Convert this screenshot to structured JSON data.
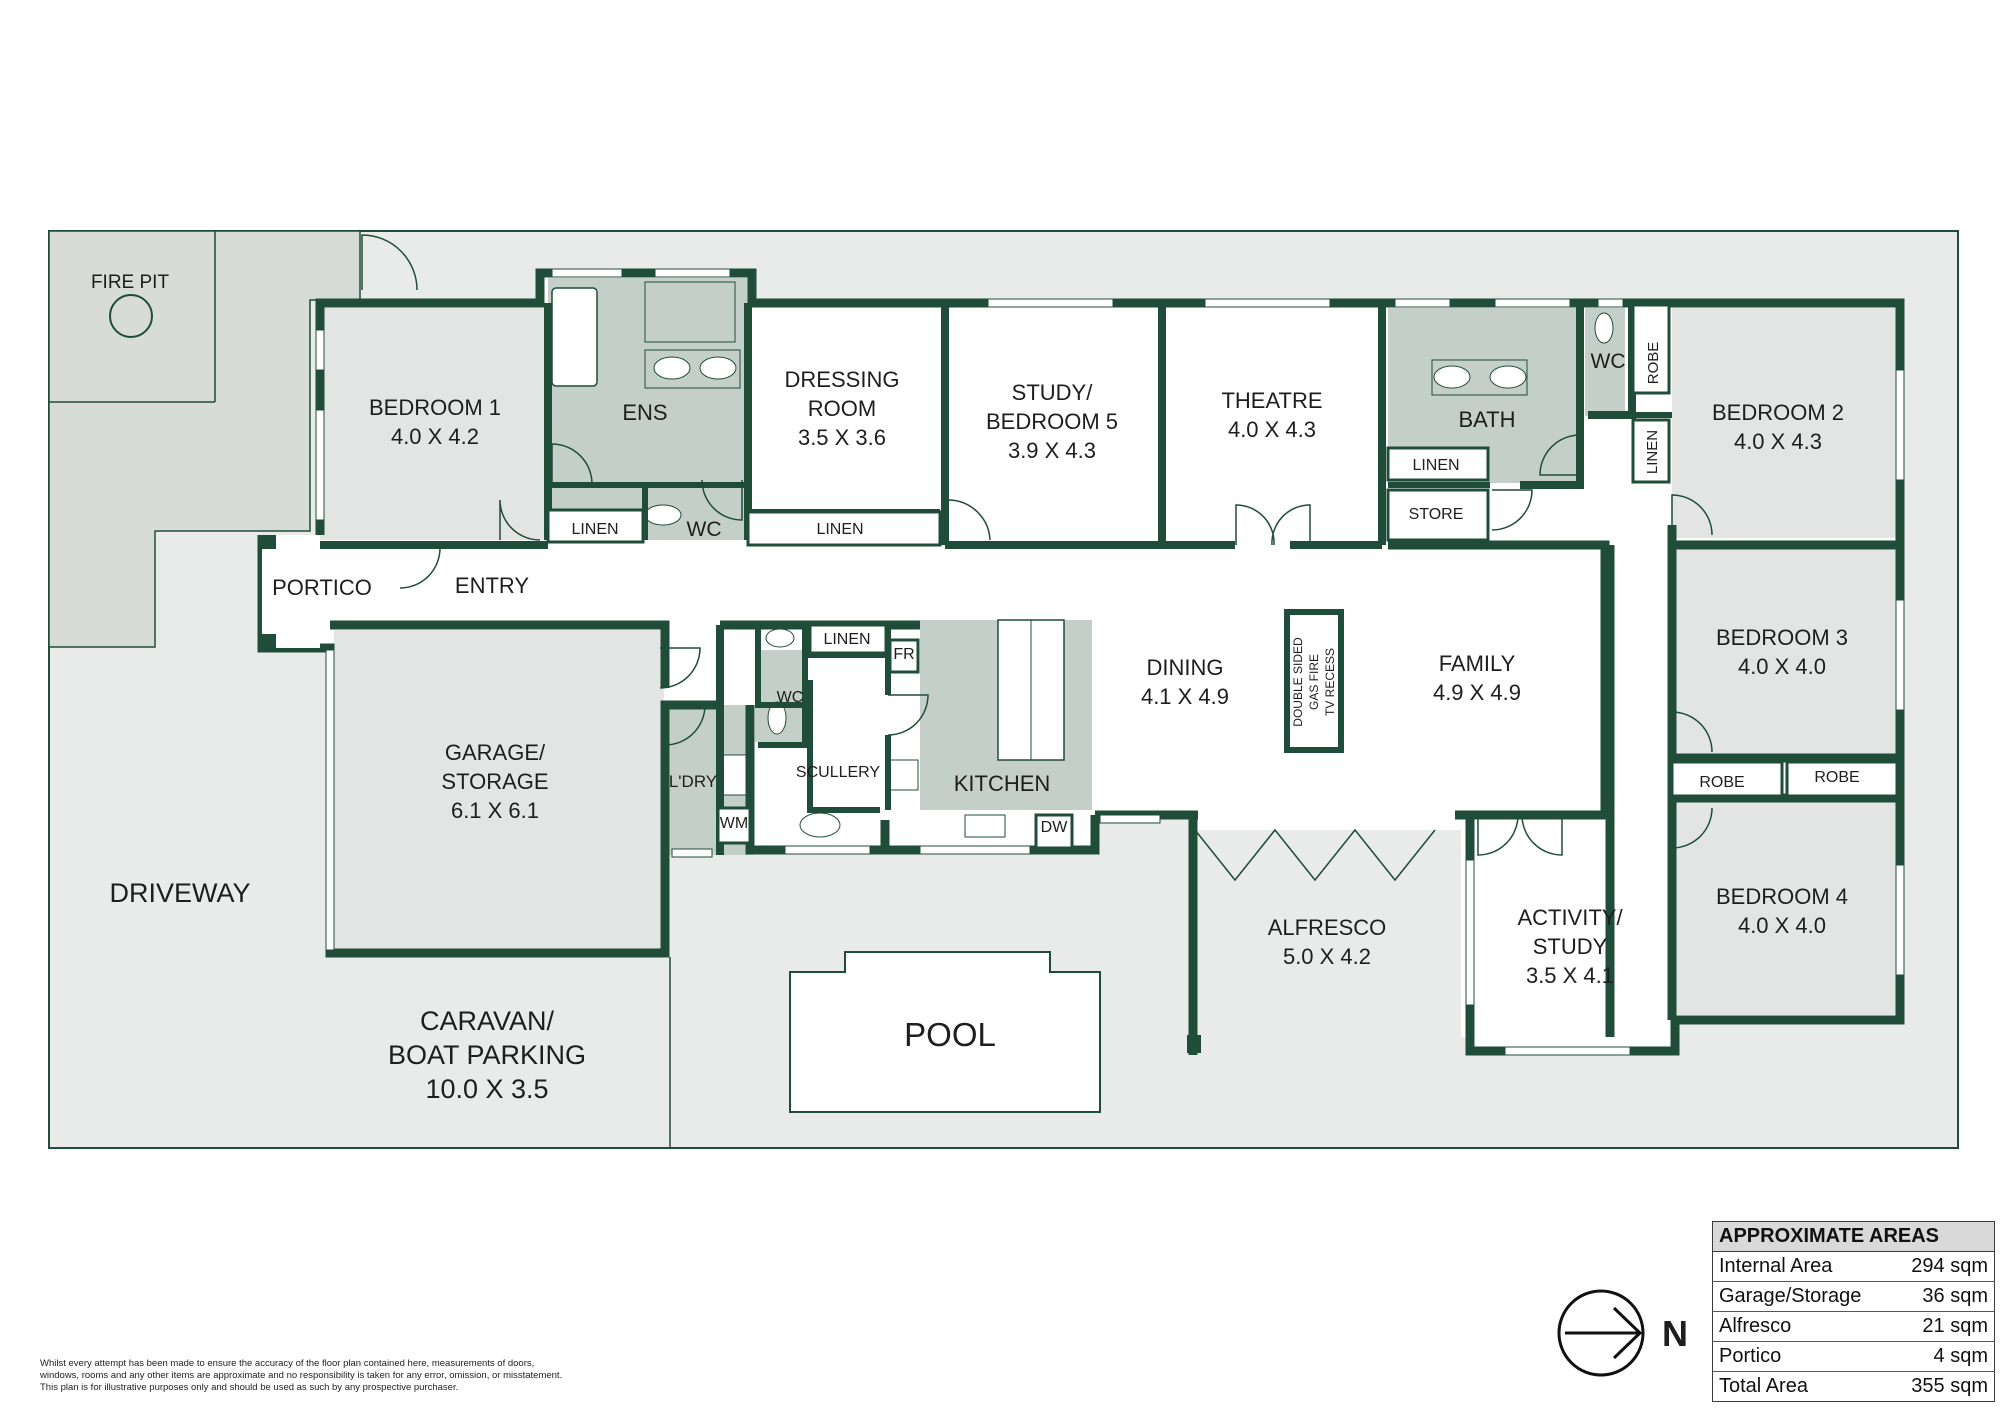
{
  "colors": {
    "wall": "#1f4d3a",
    "outdoor": "#e8ebe9",
    "paved": "#d8dcd9",
    "wet": "#c5cfca",
    "bedroom": "#e3e5e4",
    "white": "#ffffff"
  },
  "rooms": {
    "fire_pit": "FIRE PIT",
    "bedroom1": {
      "name": "BEDROOM 1",
      "dim": "4.0 X 4.2"
    },
    "ens": "ENS",
    "dressing": {
      "name1": "DRESSING",
      "name2": "ROOM",
      "dim": "3.5 X 3.6"
    },
    "study5": {
      "name1": "STUDY/",
      "name2": "BEDROOM 5",
      "dim": "3.9 X 4.3"
    },
    "theatre": {
      "name": "THEATRE",
      "dim": "4.0 X 4.3"
    },
    "bath": "BATH",
    "wc_bath": "WC",
    "robe_bed2": "ROBE",
    "bedroom2": {
      "name": "BEDROOM 2",
      "dim": "4.0 X 4.3"
    },
    "linen_ens": "LINEN",
    "wc_ens": "WC",
    "linen_dressing": "LINEN",
    "linen_bath": "LINEN",
    "store": "STORE",
    "linen_side": "LINEN",
    "portico": "PORTICO",
    "entry": "ENTRY",
    "garage": {
      "name1": "GARAGE/",
      "name2": "STORAGE",
      "dim": "6.1 X 6.1"
    },
    "linen_kitchen": "LINEN",
    "fr": "FR",
    "wc_laundry": "WC",
    "laundry": "L'DRY",
    "wm": "WM",
    "scullery": "SCULLERY",
    "kitchen": "KITCHEN",
    "dw": "DW",
    "dining": {
      "name": "DINING",
      "dim": "4.1 X 4.9"
    },
    "fireplace": {
      "line1": "DOUBLE SIDED",
      "line2": "GAS FIRE",
      "line3": "TV RECESS"
    },
    "family": {
      "name": "FAMILY",
      "dim": "4.9 X 4.9"
    },
    "bedroom3": {
      "name": "BEDROOM 3",
      "dim": "4.0 X 4.0"
    },
    "robe_a": "ROBE",
    "robe_b": "ROBE",
    "bedroom4": {
      "name": "BEDROOM 4",
      "dim": "4.0 X 4.0"
    },
    "driveway": "DRIVEWAY",
    "caravan": {
      "name1": "CARAVAN/",
      "name2": "BOAT PARKING",
      "dim": "10.0 X 3.5"
    },
    "pool": "POOL",
    "alfresco": {
      "name": "ALFRESCO",
      "dim": "5.0 X 4.2"
    },
    "activity": {
      "name1": "ACTIVITY/",
      "name2": "STUDY",
      "dim": "3.5 X 4.1"
    }
  },
  "compass": {
    "label": "N"
  },
  "areas": {
    "title": "APPROXIMATE AREAS",
    "rows": [
      {
        "label": "Internal Area",
        "value": "294 sqm"
      },
      {
        "label": "Garage/Storage",
        "value": "36 sqm"
      },
      {
        "label": "Alfresco",
        "value": "21 sqm"
      },
      {
        "label": "Portico",
        "value": "4 sqm"
      },
      {
        "label": "Total Area",
        "value": "355 sqm"
      }
    ]
  },
  "disclaimer": {
    "line1": "Whilst every attempt has been made to ensure the accuracy of the floor plan contained here, measurements of doors,",
    "line2": "windows, rooms and any other items are approximate and no responsibility is taken for any error, omission, or misstatement.",
    "line3": "This plan is for illustrative purposes only and should be used as such by any prospective purchaser."
  }
}
